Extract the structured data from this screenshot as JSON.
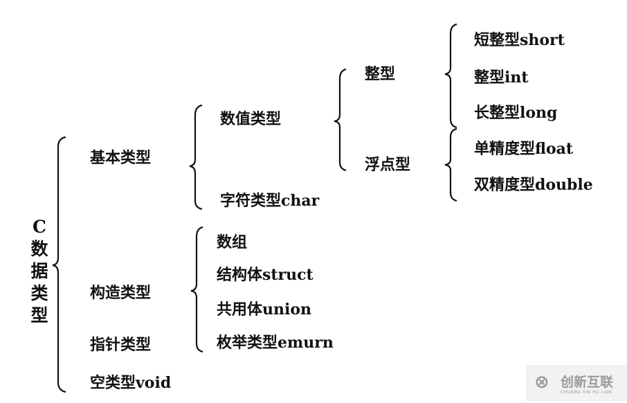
{
  "root": {
    "c": "C",
    "chars": [
      "数",
      "据",
      "类",
      "型"
    ]
  },
  "level1": [
    "基本类型",
    "构造类型",
    "指针类型",
    "空类型void"
  ],
  "basic": [
    "数值类型",
    "字符类型char"
  ],
  "constructed": [
    "数组",
    "结构体struct",
    "共用体union",
    "枚举类型emurn"
  ],
  "numeric": [
    "整型",
    "浮点型"
  ],
  "integer": [
    "短整型short",
    "整型int",
    "长整型long"
  ],
  "float": [
    "单精度型float",
    "双精度型double"
  ],
  "watermark": {
    "cn": "创新互联",
    "en": "CHUANG XIN HU LIAN"
  }
}
